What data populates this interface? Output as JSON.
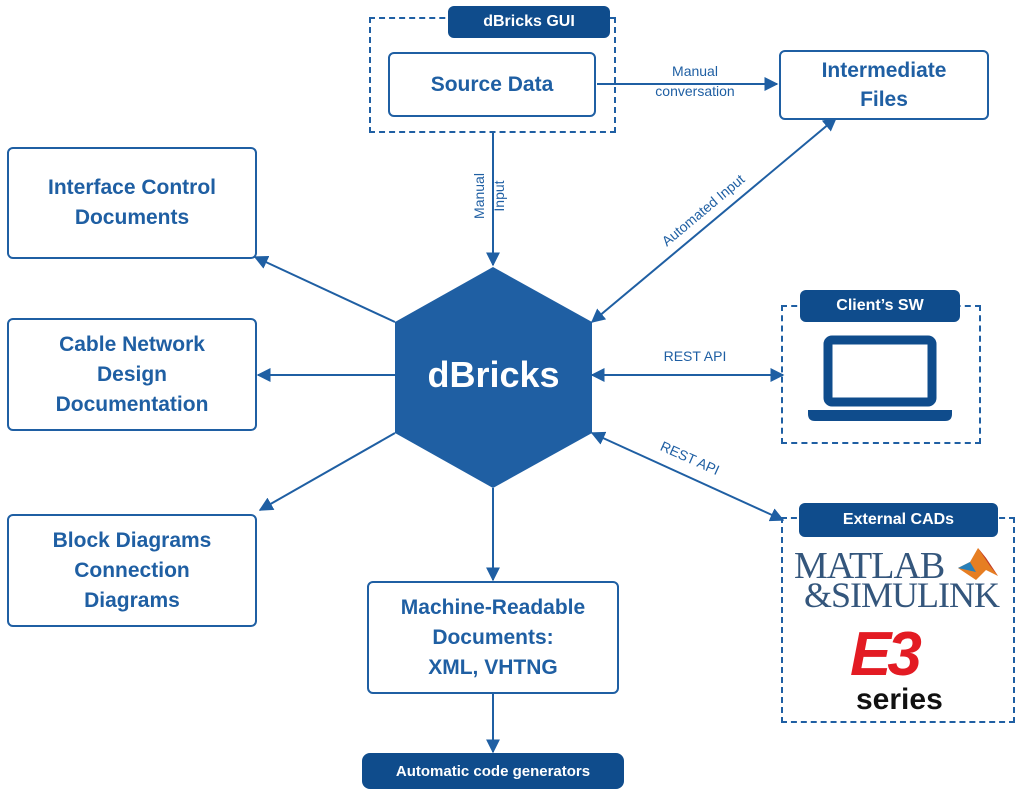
{
  "gui_group": {
    "label": "dBricks GUI"
  },
  "source_data": "Source Data",
  "intermediate_files": "Intermediate\nFiles",
  "manual_conversation": "Manual\nconversation",
  "manual_input": "Manual\nInput",
  "automated_input": "Automated Input",
  "hub": "dBricks",
  "interface_control": "Interface Control\nDocuments",
  "cable_network": "Cable Network\nDesign\nDocumentation",
  "block_diagrams": "Block Diagrams\nConnection\nDiagrams",
  "machine_readable": "Machine-Readable\nDocuments:\nXML, VHTNG",
  "automatic_code": "Automatic code generators",
  "client_sw": {
    "label": "Client’s SW",
    "icon": "laptop-icon"
  },
  "rest_api_1": "REST API",
  "rest_api_2": "REST API",
  "external_cads": {
    "label": "External CADs",
    "matlab_logo": {
      "text": "MATLAB",
      "text2": "&SIMULINK",
      "icon": "matlab-logo"
    },
    "e3_logo": {
      "text": "E3",
      "text2": "series",
      "icon": "e3-series-logo"
    }
  },
  "colors": {
    "primary": "#1f5fa3",
    "dark": "#0f4c8c",
    "red": "#e31b23"
  }
}
